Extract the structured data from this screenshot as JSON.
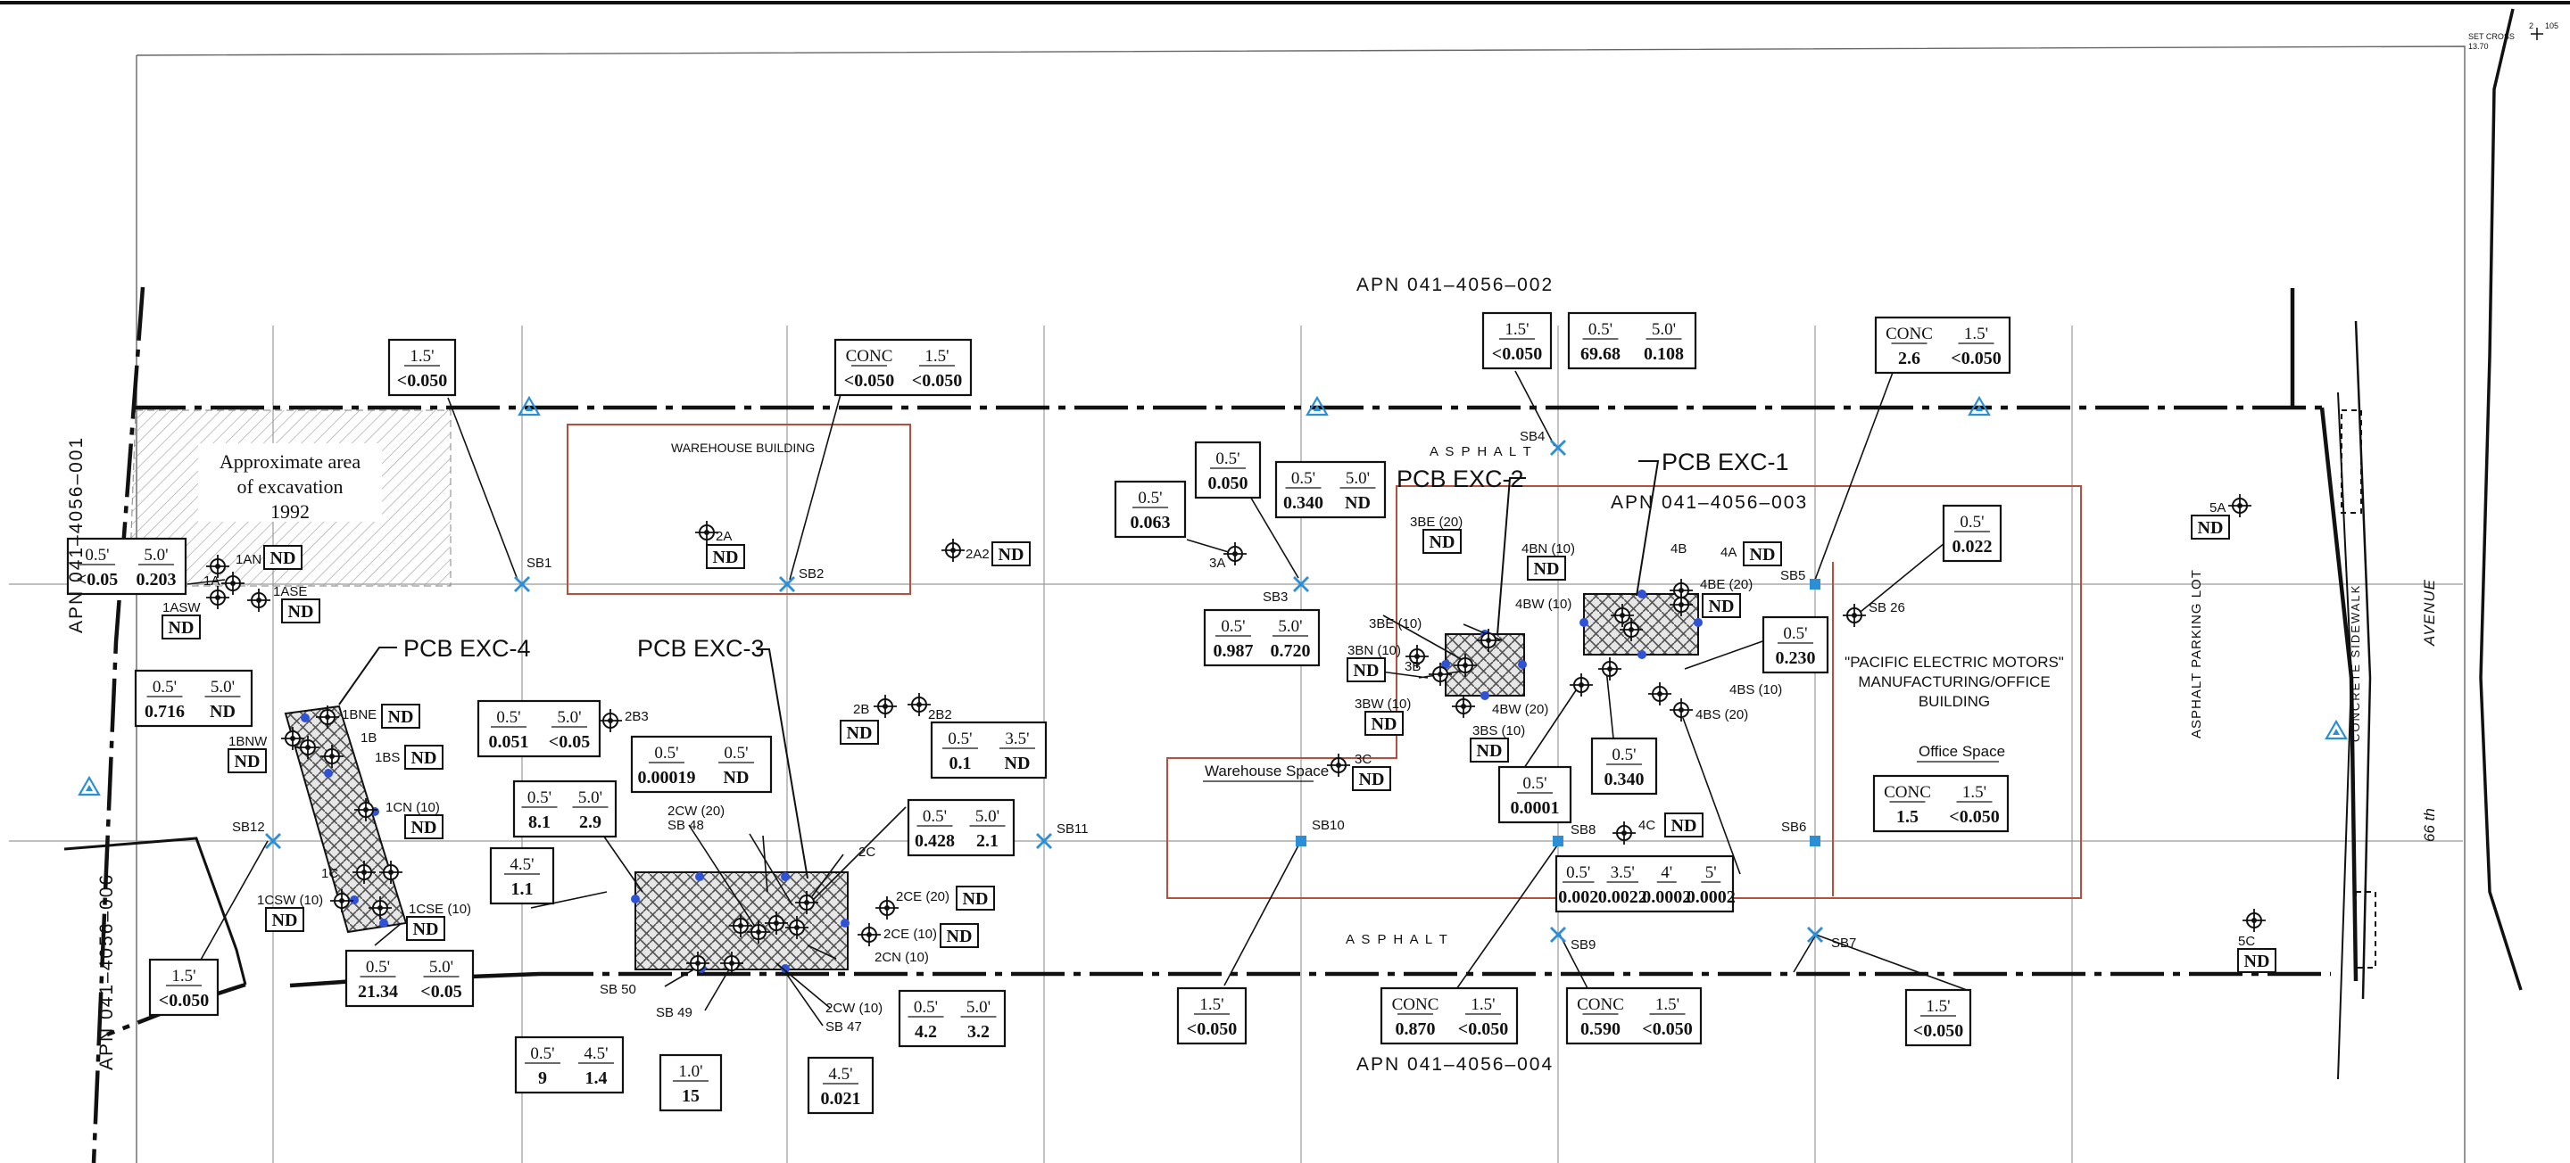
{
  "labels": {
    "apn_002": "APN    041–4056–002",
    "apn_003": "APN    041–4056–003",
    "apn_004": "APN    041–4056–004",
    "apn_001": "APN    041–4056–001",
    "apn_006": "APN    041–4056–006",
    "warehouse_building": "WAREHOUSE BUILDING",
    "excavation_1": "Approximate area",
    "excavation_2": "of excavation",
    "excavation_3": "1992",
    "asphalt": "A S P H A L T",
    "warehouse_space": "Warehouse Space",
    "pem_1": "\"PACIFIC ELECTRIC MOTORS\"",
    "pem_2": "MANUFACTURING/OFFICE",
    "pem_3": "BUILDING",
    "office_space": "Office Space",
    "parking_lot": "ASPHALT PARKING LOT",
    "sidewalk": "CONCRETE SIDEWALK",
    "avenue": "AVENUE",
    "street": "66 th",
    "set_cross_1": "SET CROSS",
    "set_cross_2": "13.70",
    "corner_a": "2",
    "corner_b": "105"
  },
  "excavations": [
    {
      "id": "exc1",
      "label": "PCB EXC-1"
    },
    {
      "id": "exc2",
      "label": "PCB EXC-2"
    },
    {
      "id": "exc3",
      "label": "PCB EXC-3"
    },
    {
      "id": "exc4",
      "label": "PCB EXC-4"
    }
  ],
  "soil_borings": [
    {
      "id": "SB1"
    },
    {
      "id": "SB2"
    },
    {
      "id": "SB3"
    },
    {
      "id": "SB4"
    },
    {
      "id": "SB5"
    },
    {
      "id": "SB6"
    },
    {
      "id": "SB7"
    },
    {
      "id": "SB8"
    },
    {
      "id": "SB9"
    },
    {
      "id": "SB10"
    },
    {
      "id": "SB11"
    },
    {
      "id": "SB12"
    },
    {
      "id": "SB 26"
    },
    {
      "id": "SB 47"
    },
    {
      "id": "SB 48"
    },
    {
      "id": "SB 49"
    },
    {
      "id": "SB 50"
    }
  ],
  "sample_points": [
    {
      "id": "1AN",
      "result": "ND"
    },
    {
      "id": "1A"
    },
    {
      "id": "1ASE",
      "result": "ND"
    },
    {
      "id": "1ASW",
      "result": "ND"
    },
    {
      "id": "1BNE",
      "result": "ND"
    },
    {
      "id": "1B"
    },
    {
      "id": "1BNW",
      "result": "ND"
    },
    {
      "id": "1BS",
      "result": "ND"
    },
    {
      "id": "1CN (10)",
      "result": "ND"
    },
    {
      "id": "1C"
    },
    {
      "id": "1CSW (10)",
      "result": "ND"
    },
    {
      "id": "1CSE (10)",
      "result": "ND"
    },
    {
      "id": "2A",
      "result": "ND"
    },
    {
      "id": "2A2",
      "result": "ND"
    },
    {
      "id": "2B3"
    },
    {
      "id": "2B",
      "result": "ND"
    },
    {
      "id": "2B2"
    },
    {
      "id": "2C"
    },
    {
      "id": "2CW (20)"
    },
    {
      "id": "2CE (20)",
      "result": "ND"
    },
    {
      "id": "2CE (10)",
      "result": "ND"
    },
    {
      "id": "2CN (10)"
    },
    {
      "id": "2CW (10)"
    },
    {
      "id": "3A"
    },
    {
      "id": "3BE (20)",
      "result": "ND"
    },
    {
      "id": "3BE (10)"
    },
    {
      "id": "3BN (10)",
      "result": "ND"
    },
    {
      "id": "3B"
    },
    {
      "id": "3BW (10)",
      "result": "ND"
    },
    {
      "id": "3BS (10)",
      "result": "ND"
    },
    {
      "id": "3C",
      "result": "ND"
    },
    {
      "id": "4BN (10)",
      "result": "ND"
    },
    {
      "id": "4B"
    },
    {
      "id": "4A",
      "result": "ND"
    },
    {
      "id": "4BE (20)",
      "result": "ND"
    },
    {
      "id": "4BW (10)"
    },
    {
      "id": "4BW (20)"
    },
    {
      "id": "4BS (10)"
    },
    {
      "id": "4BS (20)"
    },
    {
      "id": "4C",
      "result": "ND"
    },
    {
      "id": "5A",
      "result": "ND"
    },
    {
      "id": "5C",
      "result": "ND"
    }
  ],
  "result_boxes": [
    {
      "id": "rb_sb1",
      "cols": [
        {
          "h": "1.5'",
          "v": "<0.050"
        }
      ]
    },
    {
      "id": "rb_1a",
      "cols": [
        {
          "h": "0.5'",
          "v": "<0.05"
        },
        {
          "h": "5.0'",
          "v": "0.203"
        }
      ]
    },
    {
      "id": "rb_1b",
      "cols": [
        {
          "h": "0.5'",
          "v": "0.716"
        },
        {
          "h": "5.0'",
          "v": "ND"
        }
      ]
    },
    {
      "id": "rb_sb12",
      "cols": [
        {
          "h": "1.5'",
          "v": "<0.050"
        }
      ]
    },
    {
      "id": "rb_1c",
      "cols": [
        {
          "h": "0.5'",
          "v": "21.34"
        },
        {
          "h": "5.0'",
          "v": "<0.05"
        }
      ]
    },
    {
      "id": "rb_sb2",
      "cols": [
        {
          "h": "CONC",
          "v": "<0.050"
        },
        {
          "h": "1.5'",
          "v": "<0.050"
        }
      ]
    },
    {
      "id": "rb_2b3",
      "cols": [
        {
          "h": "0.5'",
          "v": "0.051"
        },
        {
          "h": "5.0'",
          "v": "<0.05"
        }
      ]
    },
    {
      "id": "rb_2b2",
      "cols": [
        {
          "h": "0.5'",
          "v": "0.1"
        },
        {
          "h": "3.5'",
          "v": "ND"
        }
      ]
    },
    {
      "id": "rb_2cw20",
      "cols": [
        {
          "h": "0.5'",
          "v": "0.00019"
        },
        {
          "h": "0.5'",
          "v": "ND"
        }
      ]
    },
    {
      "id": "rb_sb48",
      "cols": [
        {
          "h": "0.5'",
          "v": "8.1"
        },
        {
          "h": "5.0'",
          "v": "2.9"
        }
      ]
    },
    {
      "id": "rb_sb50",
      "cols": [
        {
          "h": "4.5'",
          "v": "1.1"
        }
      ]
    },
    {
      "id": "rb_2c",
      "cols": [
        {
          "h": "0.5'",
          "v": "0.428"
        },
        {
          "h": "5.0'",
          "v": "2.1"
        }
      ]
    },
    {
      "id": "rb_2cw10",
      "cols": [
        {
          "h": "0.5'",
          "v": "4.2"
        },
        {
          "h": "5.0'",
          "v": "3.2"
        }
      ]
    },
    {
      "id": "rb_low1",
      "cols": [
        {
          "h": "0.5'",
          "v": "9"
        },
        {
          "h": "4.5'",
          "v": "1.4"
        }
      ]
    },
    {
      "id": "rb_low2",
      "cols": [
        {
          "h": "1.0'",
          "v": "15"
        }
      ]
    },
    {
      "id": "rb_low3",
      "cols": [
        {
          "h": "4.5'",
          "v": "0.021"
        }
      ]
    },
    {
      "id": "rb_3a1",
      "cols": [
        {
          "h": "0.5'",
          "v": "0.063"
        }
      ]
    },
    {
      "id": "rb_3a2",
      "cols": [
        {
          "h": "0.5'",
          "v": "0.050"
        }
      ]
    },
    {
      "id": "rb_sb3",
      "cols": [
        {
          "h": "0.5'",
          "v": "0.340"
        },
        {
          "h": "5.0'",
          "v": "ND"
        }
      ]
    },
    {
      "id": "rb_3b",
      "cols": [
        {
          "h": "0.5'",
          "v": "0.987"
        },
        {
          "h": "5.0'",
          "v": "0.720"
        }
      ]
    },
    {
      "id": "rb_sb10",
      "cols": [
        {
          "h": "1.5'",
          "v": "<0.050"
        }
      ]
    },
    {
      "id": "rb_sb4",
      "cols": [
        {
          "h": "1.5'",
          "v": "<0.050"
        }
      ]
    },
    {
      "id": "rb_4b",
      "cols": [
        {
          "h": "0.5'",
          "v": "69.68"
        },
        {
          "h": "5.0'",
          "v": "0.108"
        }
      ]
    },
    {
      "id": "rb_4bw20",
      "cols": [
        {
          "h": "0.5'",
          "v": "0.0001"
        }
      ]
    },
    {
      "id": "rb_4bs",
      "cols": [
        {
          "h": "0.5'",
          "v": "0.340"
        }
      ]
    },
    {
      "id": "rb_sb8",
      "cols": [
        {
          "h": "CONC",
          "v": "0.870"
        },
        {
          "h": "1.5'",
          "v": "<0.050"
        }
      ]
    },
    {
      "id": "rb_sb9",
      "cols": [
        {
          "h": "CONC",
          "v": "0.590"
        },
        {
          "h": "1.5'",
          "v": "<0.050"
        }
      ]
    },
    {
      "id": "rb_4c",
      "cols": [
        {
          "h": "0.5'",
          "v": "0.002"
        },
        {
          "h": "3.5'",
          "v": "0.0022"
        },
        {
          "h": "4'",
          "v": "0.0002"
        },
        {
          "h": "5'",
          "v": "0.0002"
        }
      ]
    },
    {
      "id": "rb_sb5",
      "cols": [
        {
          "h": "CONC",
          "v": "2.6"
        },
        {
          "h": "1.5'",
          "v": "<0.050"
        }
      ]
    },
    {
      "id": "rb_sb26",
      "cols": [
        {
          "h": "0.5'",
          "v": "0.022"
        }
      ]
    },
    {
      "id": "rb_4bs10",
      "cols": [
        {
          "h": "0.5'",
          "v": "0.230"
        }
      ]
    },
    {
      "id": "rb_sb6",
      "cols": [
        {
          "h": "CONC",
          "v": "1.5"
        },
        {
          "h": "1.5'",
          "v": "<0.050"
        }
      ]
    },
    {
      "id": "rb_sb7",
      "cols": [
        {
          "h": "1.5'",
          "v": "<0.050"
        }
      ]
    }
  ]
}
